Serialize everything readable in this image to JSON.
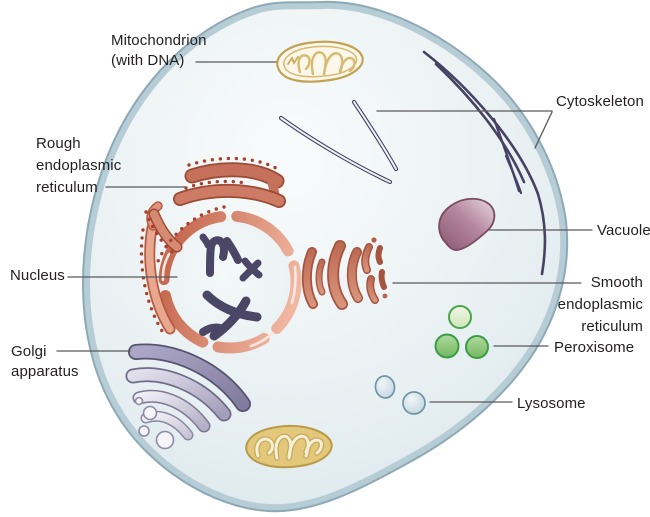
{
  "figure": {
    "type": "labeled-cell-diagram",
    "subject": "Animal (eukaryotic) cell with organelles"
  },
  "labels": {
    "mitochondrion": "Mitochondrion\n(with DNA)",
    "cytoskeleton": "Cytoskeleton",
    "rough_er": "Rough\nendoplasmic\nreticulum",
    "nucleus": "Nucleus",
    "vacuole": "Vacuole",
    "smooth_er": "Smooth\nendoplasmic\nreticulum",
    "peroxisome": "Peroxisome",
    "golgi": "Golgi\napparatus",
    "lysosome": "Lysosome"
  },
  "colors": {
    "background": "#ffffff",
    "membrane_outline": "#8da9b7",
    "membrane_band": "#b7cdd5",
    "cytoplasm": "#ecf2f5",
    "nuclear_envelope_dark": "#c5684f",
    "nuclear_envelope_light": "#f1b7a1",
    "chromosomes": "#4b4566",
    "rough_er_fill": "#c4705a",
    "rough_er_outline": "#9d4a36",
    "ribosome_dots": "#a8402c",
    "smooth_er": "#c97f69",
    "golgi_dark": "#8e89ab",
    "golgi_light": "#dcdae8",
    "mitochondrion_gold": "#d5ba70",
    "mitochondrion_fill_bottom": "#e3c87c",
    "vacuole_dark": "#8b5671",
    "vacuole_light": "#e6d7de",
    "peroxisome_green": "#72b862",
    "peroxisome_light": "#dcead0",
    "lysosome_blue": "#c3d7df",
    "cytoskeleton": "#474163",
    "label_text": "#231f20",
    "leader_line": "#58595b"
  }
}
